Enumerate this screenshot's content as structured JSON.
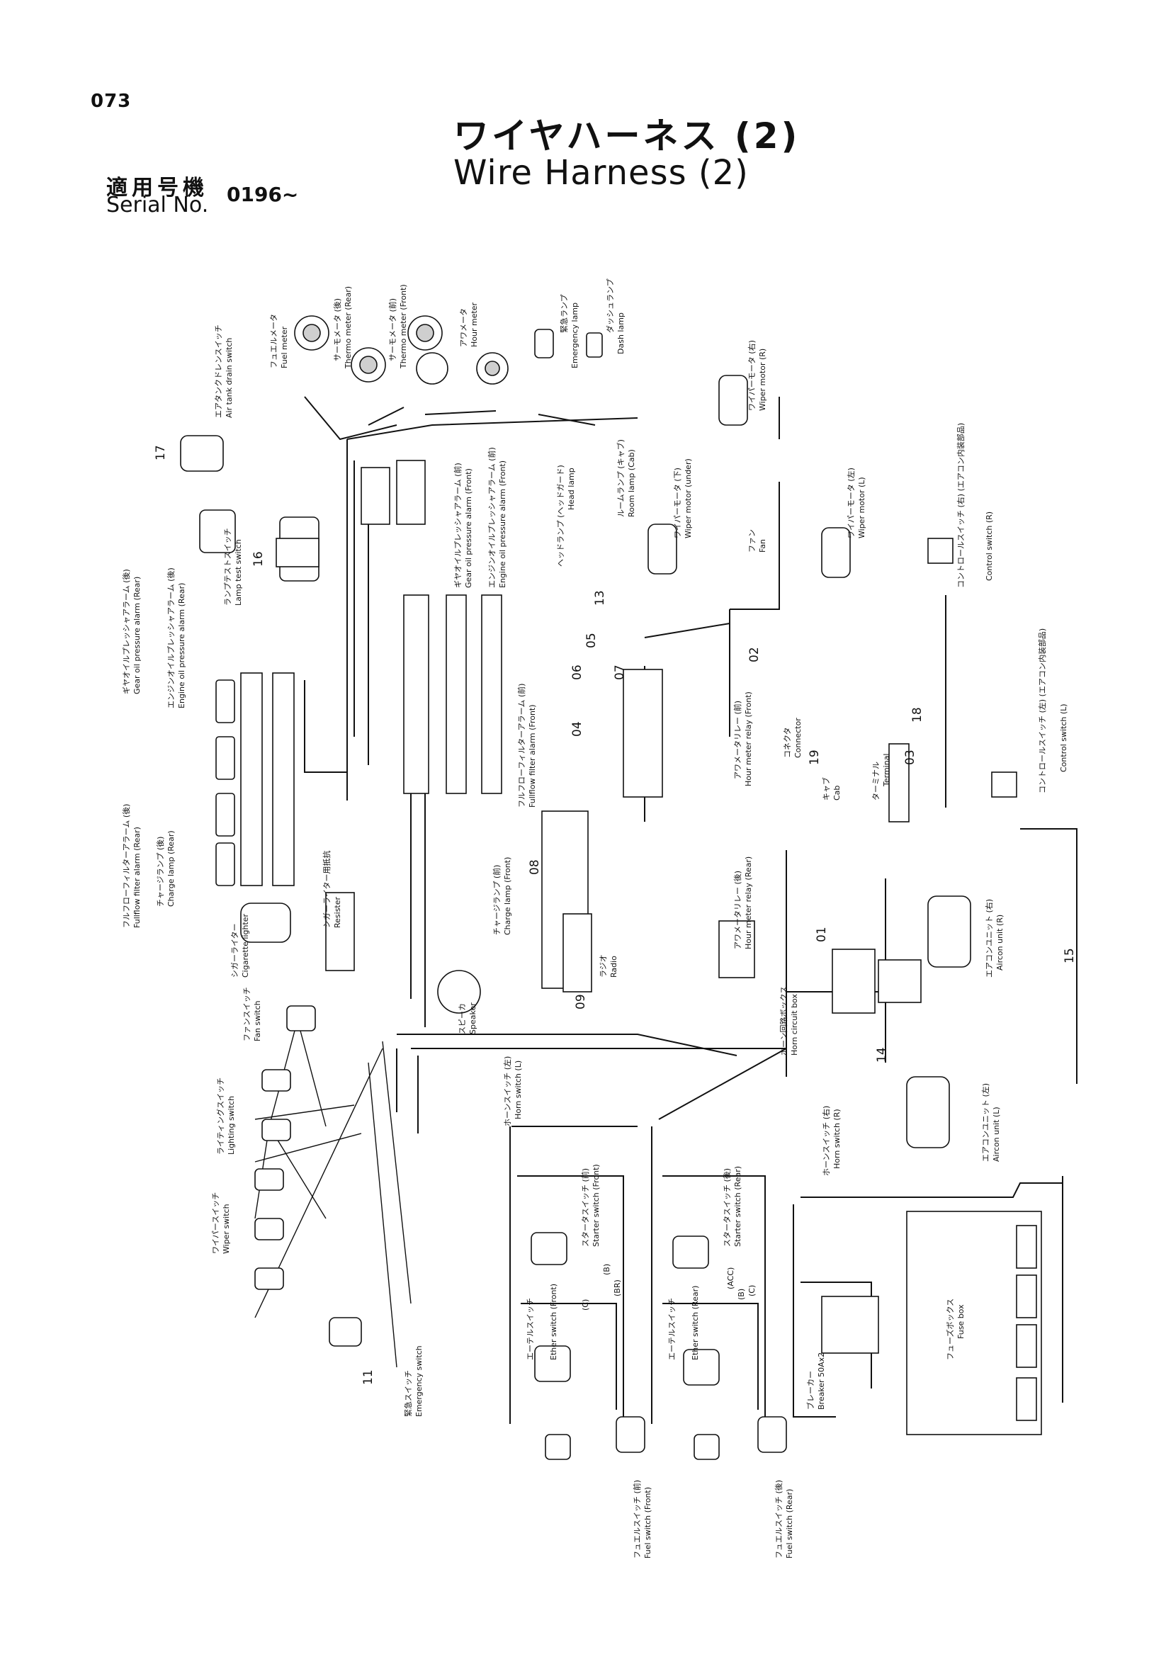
{
  "header": {
    "page_number": "073",
    "title_jp": "ワイヤハーネス (2)",
    "title_en": "Wire Harness (2)",
    "serial_label_jp": "適用号機",
    "serial_label_en": "Serial No.",
    "serial_value": "0196~"
  },
  "components": [
    {
      "id": "fuel_meter",
      "jp": "フュエルメータ",
      "en": "Fuel meter"
    },
    {
      "id": "thermo_rear",
      "jp": "サーモメータ (後)",
      "en": "Thermo meter (Rear)"
    },
    {
      "id": "thermo_front",
      "jp": "サーモメータ (前)",
      "en": "Thermo meter (Front)"
    },
    {
      "id": "hour_meter",
      "jp": "アワメータ",
      "en": "Hour meter"
    },
    {
      "id": "emergency_lamp",
      "jp": "緊急ランプ",
      "en": "Emergency lamp"
    },
    {
      "id": "dash_lamp",
      "jp": "ダッシュランプ",
      "en": "Dash lamp"
    },
    {
      "id": "air_tank",
      "jp": "エアタンクドレンスイッチ",
      "en": "Air tank drain switch"
    },
    {
      "id": "lamp_test",
      "jp": "ランプテストスイッチ",
      "en": "Lamp test switch"
    },
    {
      "id": "gear_oil_rear",
      "jp": "ギヤオイルプレッシャアラーム (後)",
      "en": "Gear oil pressure alarm (Rear)"
    },
    {
      "id": "engine_oil_rear",
      "jp": "エンジンオイルプレッシャアラーム (後)",
      "en": "Engine oil pressure alarm (Rear)"
    },
    {
      "id": "fullflow_rear",
      "jp": "フルフローフィルターアラーム (後)",
      "en": "Fullflow filter alarm (Rear)"
    },
    {
      "id": "charge_rear",
      "jp": "チャージランプ (後)",
      "en": "Charge lamp (Rear)"
    },
    {
      "id": "cigarette",
      "jp": "シガーライター",
      "en": "Cigarette lighter"
    },
    {
      "id": "resistor",
      "jp": "シガーライター用抵抗",
      "en": "Resister"
    },
    {
      "id": "fan_switch",
      "jp": "ファンスイッチ",
      "en": "Fan switch"
    },
    {
      "id": "lighting_switch",
      "jp": "ライティングスイッチ",
      "en": "Lighting switch"
    },
    {
      "id": "wiper_switch",
      "jp": "ワイパースイッチ",
      "en": "Wiper switch"
    },
    {
      "id": "emergency_switch",
      "jp": "緊急スイッチ",
      "en": "Emergency switch"
    },
    {
      "id": "gear_oil_front",
      "jp": "ギヤオイルプレッシャアラーム (前)",
      "en": "Gear oil pressure alarm (Front)"
    },
    {
      "id": "engine_oil_front",
      "jp": "エンジンオイルプレッシャアラーム (前)",
      "en": "Engine oil pressure alarm (Front)"
    },
    {
      "id": "fullflow_front",
      "jp": "フルフローフィルターアラーム (前)",
      "en": "Fullflow filter alarm (Front)"
    },
    {
      "id": "charge_front",
      "jp": "チャージランプ (前)",
      "en": "Charge lamp (Front)"
    },
    {
      "id": "head_lamp",
      "jp": "ヘッドランプ (ヘッドガード)",
      "en": "Head lamp"
    },
    {
      "id": "room_lamp",
      "jp": "ルームランプ (キャブ)",
      "en": "Room lamp (Cab)"
    },
    {
      "id": "wiper_motor_r",
      "jp": "ワイパーモータ (右)",
      "en": "Wiper motor (R)"
    },
    {
      "id": "wiper_motor_under",
      "jp": "ワイパーモータ (下)",
      "en": "Wiper motor (under)"
    },
    {
      "id": "fan",
      "jp": "ファン",
      "en": "Fan"
    },
    {
      "id": "wiper_motor_l",
      "jp": "ワイパーモータ (左)",
      "en": "Wiper motor (L)"
    },
    {
      "id": "control_switch_r",
      "jp": "コントロールスイッチ (右) (エアコン内装部品)",
      "en": "Control switch (R)"
    },
    {
      "id": "control_switch_l",
      "jp": "コントロールスイッチ (左) (エアコン内装部品)",
      "en": "Control switch (L)"
    },
    {
      "id": "hour_relay_front",
      "jp": "アワメータリレー (前)",
      "en": "Hour meter relay (Front)"
    },
    {
      "id": "hour_relay_rear",
      "jp": "アワメータリレー (後)",
      "en": "Hour meter relay (Rear)"
    },
    {
      "id": "connector",
      "jp": "コネクタ",
      "en": "Connector"
    },
    {
      "id": "cab",
      "jp": "キャブ",
      "en": "Cab"
    },
    {
      "id": "terminal",
      "jp": "ターミナル",
      "en": "Terminal"
    },
    {
      "id": "speaker",
      "jp": "スピーカ",
      "en": "Speaker"
    },
    {
      "id": "radio",
      "jp": "ラジオ",
      "en": "Radio"
    },
    {
      "id": "horn_circuit",
      "jp": "ホーン回路ボックス",
      "en": "Horn circuit box"
    },
    {
      "id": "aircon_r",
      "jp": "エアコンユニット (右)",
      "en": "Aircon unit (R)"
    },
    {
      "id": "aircon_l",
      "jp": "エアコンユニット (左)",
      "en": "Aircon unit (L)"
    },
    {
      "id": "horn_switch_l",
      "jp": "ホーンスイッチ (左)",
      "en": "Horn switch (L)"
    },
    {
      "id": "horn_switch_r",
      "jp": "ホーンスイッチ (右)",
      "en": "Horn switch (R)"
    },
    {
      "id": "starter_front",
      "jp": "スタータスイッチ (前)",
      "en": "Starter switch (Front)"
    },
    {
      "id": "starter_rear",
      "jp": "スタータスイッチ (後)",
      "en": "Starter switch (Rear)"
    },
    {
      "id": "ether_front",
      "jp": "エーテルスイッチ",
      "en": "Ether switch (Front)"
    },
    {
      "id": "ether_rear",
      "jp": "エーテルスイッチ",
      "en": "Ether switch (Rear)"
    },
    {
      "id": "fuel_switch_front",
      "jp": "フュエルスイッチ (前)",
      "en": "Fuel switch (Front)"
    },
    {
      "id": "fuel_switch_rear",
      "jp": "フュエルスイッチ (後)",
      "en": "Fuel switch (Rear)"
    },
    {
      "id": "breaker",
      "jp": "ブレーカー",
      "en": "Breaker 50Ax2"
    },
    {
      "id": "fuse_box",
      "jp": "フューズボックス",
      "en": "Fuse box"
    }
  ],
  "callouts": [
    "01",
    "02",
    "03",
    "04",
    "05",
    "06",
    "07",
    "08",
    "09",
    "11",
    "13",
    "14",
    "15",
    "16",
    "17",
    "18",
    "19"
  ],
  "switch_terminals": [
    "(C)",
    "(B)",
    "(BR)",
    "(ACC)"
  ]
}
